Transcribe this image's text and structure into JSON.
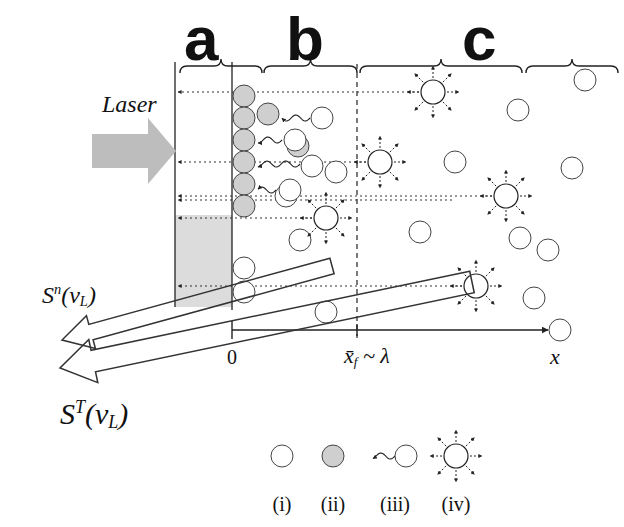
{
  "diagram": {
    "labels": [
      "a",
      "b",
      "c",
      "Laser",
      "Sn(νL)",
      "ST(νL)",
      "0",
      "x̄f ~ λ",
      "x"
    ],
    "legend": [
      {
        "text": "(i)"
      },
      {
        "text": "(ii)"
      },
      {
        "text": "(iii)"
      },
      {
        "text": "(iv)"
      }
    ]
  }
}
